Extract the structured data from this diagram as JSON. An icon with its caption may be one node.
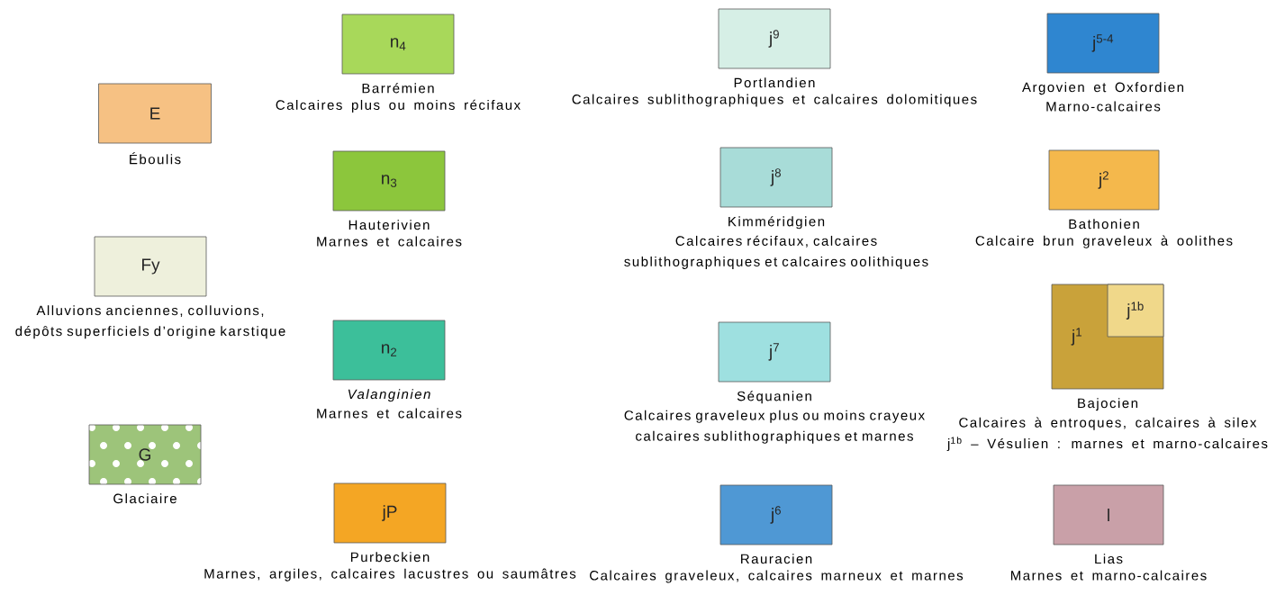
{
  "diagram": {
    "nodes": [
      {
        "text": [
          "E"
        ],
        "beside": [
          "Éboulis"
        ]
      },
      {
        "text": [
          "Fy"
        ],
        "beside": [
          "Alluvions anciennes, colluvions, dépôts superficiels d’origine karstique"
        ]
      },
      {
        "text": [
          "G"
        ],
        "beside": [
          "Glaciaire"
        ]
      },
      {
        "text": [
          "n$_{4}$"
        ],
        "beside": [
          "Barrémien",
          "Calcaires plus ou moins récifaux"
        ]
      },
      {
        "text": [
          "n$_{3}$"
        ],
        "beside": [
          "Hauterivien",
          "Marnes et calcaires"
        ]
      },
      {
        "text": [
          "n$_{2}$"
        ],
        "beside": [
          "Valanginien",
          "Marnes et calcaires"
        ]
      },
      {
        "text": [
          "jP"
        ],
        "beside": [
          "Purbeckien",
          "Marnes, argiles, calcaires lacustres ou saumâtres"
        ]
      },
      {
        "text": [
          "j$^{9}$"
        ],
        "beside": [
          "Portlandien",
          "Calcaires sublithographiques et calcaires dolomitiques"
        ]
      },
      {
        "text": [
          "j$^{8}$"
        ],
        "beside": [
          "Kimméridgien",
          "Calcaires récifaux, calcaires sublithographiques et calcaires oolithiques"
        ]
      },
      {
        "text": [
          "j$^{7}$"
        ],
        "beside": [
          "Séquanien",
          "Calcaires graveleux plus ou moins crayeux calcaires sublithographiques et marnes"
        ]
      },
      {
        "text": [
          "j$^{6}$"
        ],
        "beside": [
          "Rauracien",
          "Calcaires graveleux, calcaires marneux et marnes"
        ]
      },
      {
        "text": [
          "j$^{5-4}$"
        ],
        "beside": [
          "Argovien et Oxfordien",
          "Marno-calcaires"
        ]
      },
      {
        "text": [
          "j$^{2}$"
        ],
        "beside": [
          "Bathonien",
          "Calcaire brun graveleux à oolithes"
        ]
      },
      {
        "text": [
          "j$^{1}$"
        ],
        "beside": [
          "Bajocien",
          "Calcaires à entroques, calcaires à silex",
          "j$^{1b}$ – Vésulien : marnes et marno-calcaires"
        ]
      },
      {
        "text": [
          "j$^{1b}$"
        ],
        "in": 13
      },
      {
        "text": [
          "l"
        ],
        "beside": [
          "Lias",
          "Marnes et marno-calcaires"
        ]
      }
    ]
  }
}
